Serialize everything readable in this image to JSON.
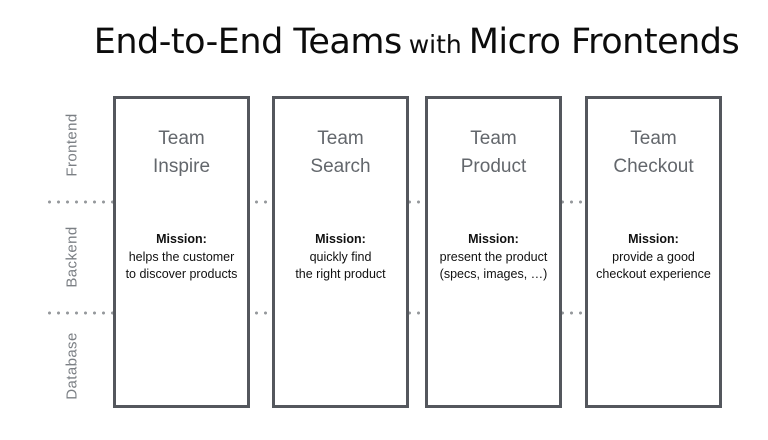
{
  "title": {
    "left": "End-to-End Teams",
    "connector": "with",
    "right": "Micro Frontends"
  },
  "layers": [
    {
      "label": "Frontend"
    },
    {
      "label": "Backend"
    },
    {
      "label": "Database"
    }
  ],
  "teams": [
    {
      "name_line1": "Team",
      "name_line2": "Inspire",
      "mission_label": "Mission:",
      "mission_line1": "helps the customer",
      "mission_line2": "to discover products"
    },
    {
      "name_line1": "Team",
      "name_line2": "Search",
      "mission_label": "Mission:",
      "mission_line1": "quickly find",
      "mission_line2": "the right product"
    },
    {
      "name_line1": "Team",
      "name_line2": "Product",
      "mission_label": "Mission:",
      "mission_line1": "present the product",
      "mission_line2": "(specs, images, …)"
    },
    {
      "name_line1": "Team",
      "name_line2": "Checkout",
      "mission_label": "Mission:",
      "mission_line1": "provide a good",
      "mission_line2": "checkout experience"
    }
  ],
  "colors": {
    "box_border": "#54575d",
    "team_name": "#63676c",
    "layer_label": "#7b7f84",
    "dots": "#95989c",
    "mission_text": "#111111",
    "title_text": "#0c0c0c",
    "background": "#ffffff"
  }
}
